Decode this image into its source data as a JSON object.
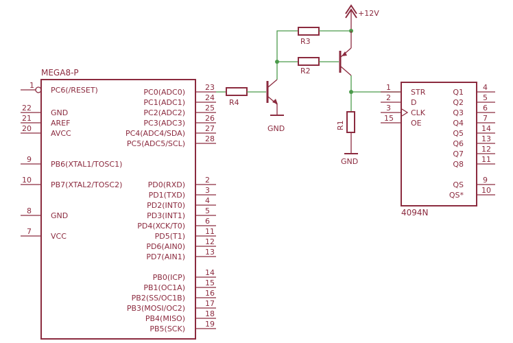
{
  "mcu": {
    "name": "MEGA8-P",
    "left_pins": [
      {
        "num": "1",
        "label": "PC6(/RESET)"
      },
      {
        "num": "22",
        "label": "GND"
      },
      {
        "num": "21",
        "label": "AREF"
      },
      {
        "num": "20",
        "label": "AVCC"
      },
      {
        "num": "9",
        "label": "PB6(XTAL1/TOSC1)"
      },
      {
        "num": "10",
        "label": "PB7(XTAL2/TOSC2)"
      },
      {
        "num": "8",
        "label": "GND"
      },
      {
        "num": "7",
        "label": "VCC"
      }
    ],
    "right_pins": [
      {
        "num": "23",
        "label": "PC0(ADC0)"
      },
      {
        "num": "24",
        "label": "PC1(ADC1)"
      },
      {
        "num": "25",
        "label": "PC2(ADC2)"
      },
      {
        "num": "26",
        "label": "PC3(ADC3)"
      },
      {
        "num": "27",
        "label": "PC4(ADC4/SDA)"
      },
      {
        "num": "28",
        "label": "PC5(ADC5/SCL)"
      },
      {
        "num": "2",
        "label": "PD0(RXD)"
      },
      {
        "num": "3",
        "label": "PD1(TXD)"
      },
      {
        "num": "4",
        "label": "PD2(INT0)"
      },
      {
        "num": "5",
        "label": "PD3(INT1)"
      },
      {
        "num": "6",
        "label": "PD4(XCK/T0)"
      },
      {
        "num": "11",
        "label": "PD5(T1)"
      },
      {
        "num": "12",
        "label": "PD6(AIN0)"
      },
      {
        "num": "13",
        "label": "PD7(AIN1)"
      },
      {
        "num": "14",
        "label": "PB0(ICP)"
      },
      {
        "num": "15",
        "label": "PB1(OC1A)"
      },
      {
        "num": "16",
        "label": "PB2(SS/OC1B)"
      },
      {
        "num": "17",
        "label": "PB3(MOSI/OC2)"
      },
      {
        "num": "18",
        "label": "PB4(MISO)"
      },
      {
        "num": "19",
        "label": "PB5(SCK)"
      }
    ]
  },
  "shift_register": {
    "name": "4094N",
    "left_pins": [
      {
        "num": "1",
        "label": "STR"
      },
      {
        "num": "2",
        "label": "D"
      },
      {
        "num": "3",
        "label": "CLK"
      },
      {
        "num": "15",
        "label": "OE"
      }
    ],
    "right_pins": [
      {
        "num": "4",
        "label": "Q1"
      },
      {
        "num": "5",
        "label": "Q2"
      },
      {
        "num": "6",
        "label": "Q3"
      },
      {
        "num": "7",
        "label": "Q4"
      },
      {
        "num": "14",
        "label": "Q5"
      },
      {
        "num": "13",
        "label": "Q6"
      },
      {
        "num": "12",
        "label": "Q7"
      },
      {
        "num": "11",
        "label": "Q8"
      },
      {
        "num": "9",
        "label": "QS"
      },
      {
        "num": "10",
        "label": "QS*"
      }
    ]
  },
  "resistors": {
    "r1": "R1",
    "r2": "R2",
    "r3": "R3",
    "r4": "R4"
  },
  "power": {
    "supply": "+12V",
    "ground": "GND"
  },
  "colors": {
    "part": "#8b2a3e",
    "wire": "#4a9a4a"
  }
}
